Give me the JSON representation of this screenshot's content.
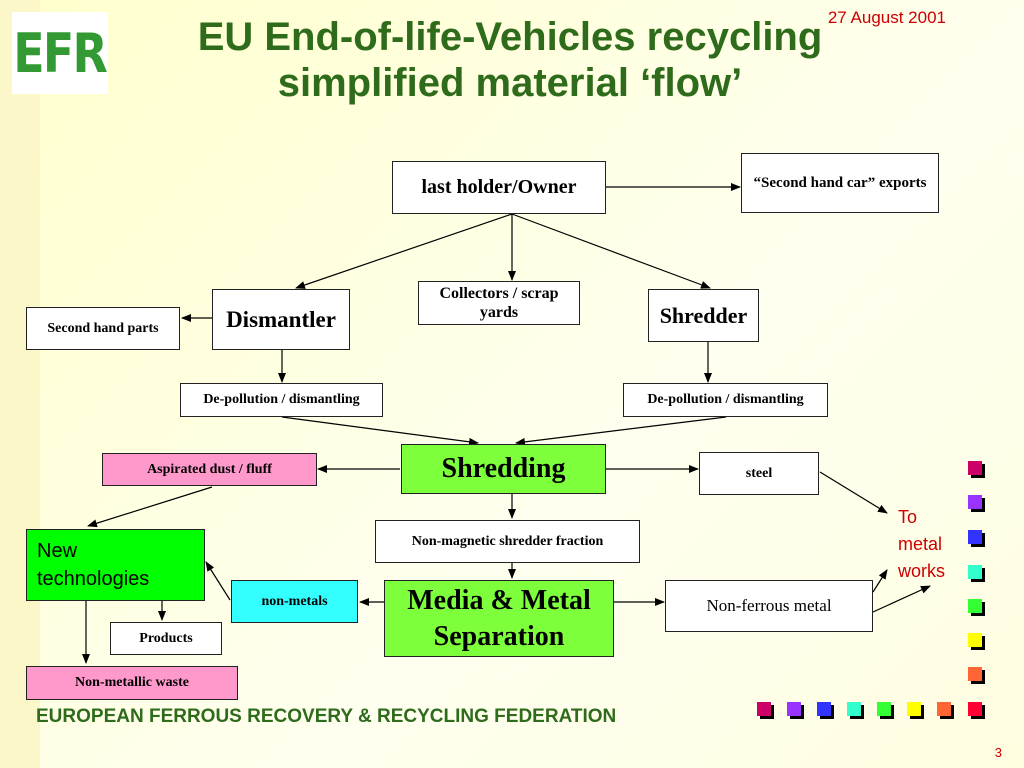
{
  "header": {
    "logo_text": "EFR",
    "date": "27 August 2001",
    "title_line1": "EU End-of-life-Vehicles recycling",
    "title_line2": "simplified material ‘flow’"
  },
  "nodes": {
    "owner": "last holder/Owner",
    "exports": "“Second hand car” exports",
    "collectors": "Collectors / scrap yards",
    "dismantler": "Dismantler",
    "shredder": "Shredder",
    "second_hand_parts": "Second hand parts",
    "depollution_left": "De-pollution / dismantling",
    "depollution_right": "De-pollution / dismantling",
    "shredding": "Shredding",
    "aspirated_dust": "Aspirated dust / fluff",
    "steel": "steel",
    "non_magnetic": "Non-magnetic shredder fraction",
    "new_technologies": "New technologies",
    "non_metals": "non-metals",
    "media_metal": "Media & Metal Separation",
    "non_ferrous": "Non-ferrous metal",
    "products": "Products",
    "non_metallic_waste": "Non-metallic waste",
    "to_metal_works": "To metal works"
  },
  "footer": {
    "organization": "EUROPEAN FERROUS RECOVERY & RECYCLING FEDERATION",
    "page_number": "3"
  },
  "colors": {
    "title_green": "#2e6b1b",
    "accent_red": "#cc0000",
    "node_green": "#7dff3c",
    "node_pink": "#ff99cc",
    "node_cyan": "#33ffff",
    "decor_squares": [
      "#cc0066",
      "#9933ff",
      "#3333ff",
      "#33ffcc",
      "#33ff33",
      "#ffff00",
      "#ff6633",
      "#ff0033"
    ]
  }
}
